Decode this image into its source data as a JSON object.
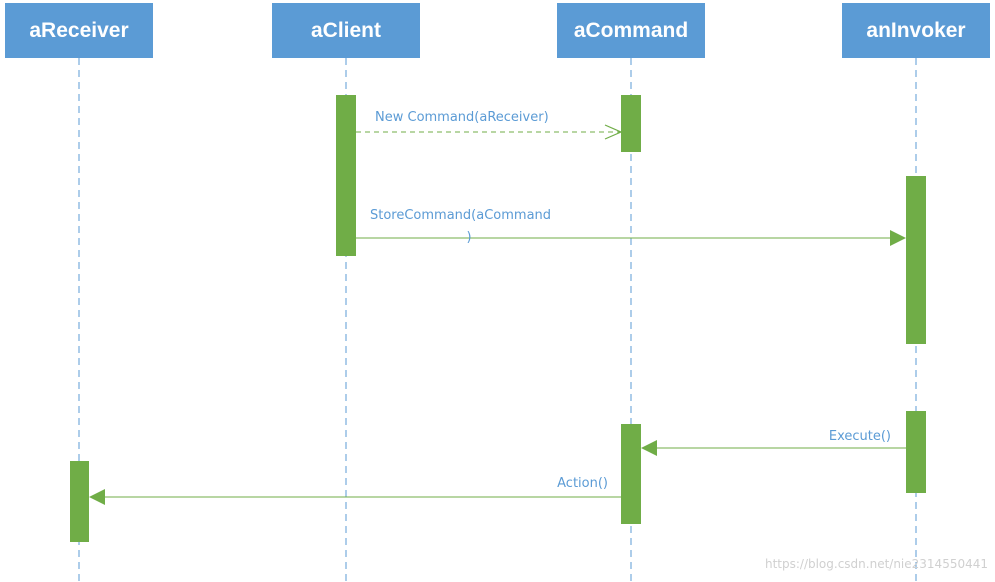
{
  "participants": [
    {
      "id": "areceiver",
      "label": "aReceiver"
    },
    {
      "id": "aclient",
      "label": "aClient"
    },
    {
      "id": "acommand",
      "label": "aCommand"
    },
    {
      "id": "aninvoker",
      "label": "anInvoker"
    }
  ],
  "messages": [
    {
      "id": "new-command",
      "from": "aClient",
      "to": "aCommand",
      "lines": [
        "New Command(aReceiver)"
      ],
      "style": "dashed-open"
    },
    {
      "id": "store-command",
      "from": "aClient",
      "to": "anInvoker",
      "lines": [
        "StoreCommand(aCommand",
        ")"
      ],
      "style": "solid-filled"
    },
    {
      "id": "execute",
      "from": "anInvoker",
      "to": "aCommand",
      "lines": [
        "Execute()"
      ],
      "style": "solid-filled"
    },
    {
      "id": "action",
      "from": "aCommand",
      "to": "aReceiver",
      "lines": [
        "Action()"
      ],
      "style": "solid-filled"
    }
  ],
  "colors": {
    "header": "#5b9bd5",
    "header_text": "#ffffff",
    "lifeline": "#5b9bd5",
    "activation": "#70ad47",
    "message_line": "#70ad47",
    "message_text": "#5b9bd5",
    "watermark": "#d0d0d0"
  },
  "watermark": "https://blog.csdn.net/nie2314550441"
}
